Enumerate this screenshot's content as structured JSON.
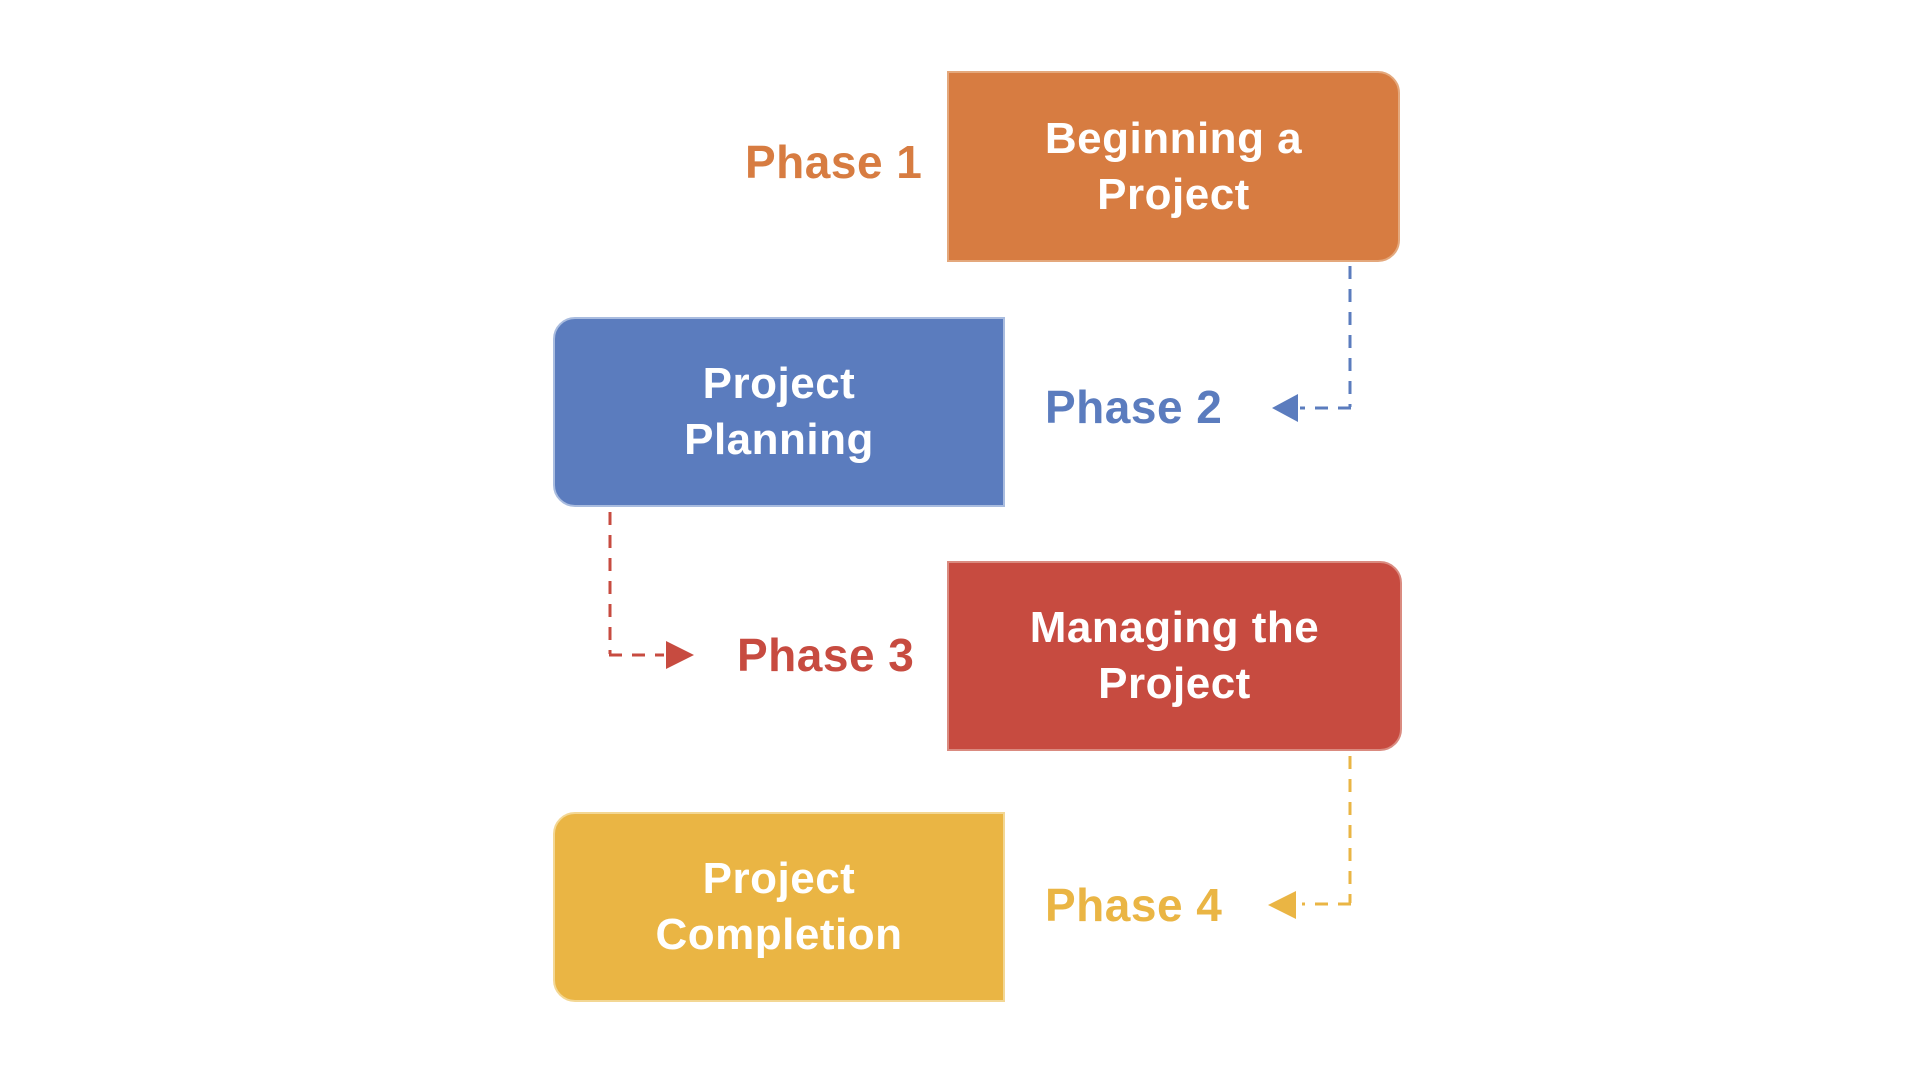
{
  "canvas": {
    "background": "#FFFFFF"
  },
  "phases": [
    {
      "label": "Phase 1",
      "box_lines": [
        "Beginning a",
        "Project"
      ],
      "color": "#D77C41",
      "border_color": "#E4A87C",
      "text_color": "#FFFFFF"
    },
    {
      "label": "Phase 2",
      "box_lines": [
        "Project",
        "Planning"
      ],
      "color": "#5B7CBE",
      "border_color": "#A9BCDF",
      "text_color": "#FFFFFF"
    },
    {
      "label": "Phase 3",
      "box_lines": [
        "Managing the",
        "Project"
      ],
      "color": "#C74B40",
      "border_color": "#DA8B80",
      "text_color": "#FFFFFF"
    },
    {
      "label": "Phase 4",
      "box_lines": [
        "Project",
        "Completion"
      ],
      "color": "#EAB544",
      "border_color": "#F3D794",
      "text_color": "#FFFFFF"
    }
  ],
  "connectors": [
    {
      "from_phase": "Phase 1",
      "to_phase": "Phase 2",
      "color": "#5B7CBE",
      "line_style": "dashed",
      "arrow_direction": "left"
    },
    {
      "from_phase": "Phase 2",
      "to_phase": "Phase 3",
      "color": "#C74B40",
      "line_style": "dashed",
      "arrow_direction": "right"
    },
    {
      "from_phase": "Phase 3",
      "to_phase": "Phase 4",
      "color": "#EAB544",
      "line_style": "dashed",
      "arrow_direction": "left"
    }
  ]
}
